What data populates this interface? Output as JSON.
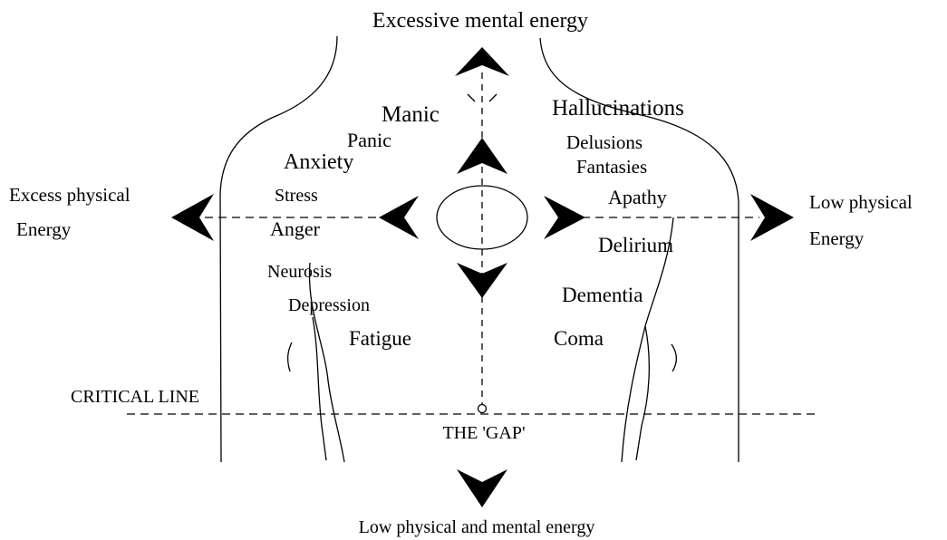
{
  "labels": {
    "top": "Excessive mental energy",
    "bottom": "Low physical and mental energy",
    "left_line1": "Excess physical",
    "left_line2": "Energy",
    "right_line1": "Low physical",
    "right_line2": "Energy",
    "critical_line": "CRITICAL LINE",
    "gap": "THE 'GAP'"
  },
  "left_states": {
    "manic": "Manic",
    "panic": "Panic",
    "anxiety": "Anxiety",
    "stress": "Stress",
    "anger": "Anger",
    "neurosis": "Neurosis",
    "depression": "Depression",
    "fatigue": "Fatigue"
  },
  "right_states": {
    "hallucinations": "Hallucinations",
    "delusions": "Delusions",
    "fantasies": "Fantasies",
    "apathy": "Apathy",
    "delirium": "Delirium",
    "dementia": "Dementia",
    "coma": "Coma"
  }
}
